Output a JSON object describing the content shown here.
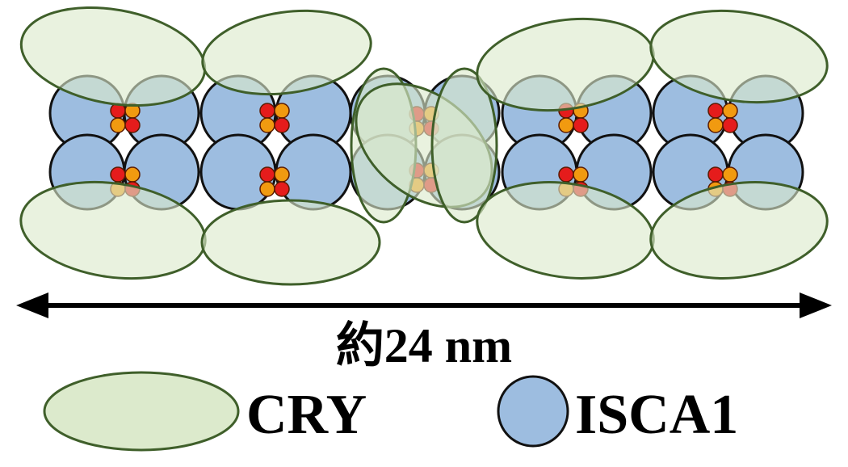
{
  "measure": {
    "label": "約24 nm"
  },
  "legend": [
    {
      "shape": "green-ellipse",
      "label": "CRY"
    },
    {
      "shape": "blue-circle",
      "label": "ISCA1"
    }
  ],
  "colors": {
    "cry_fill": "#dceacc",
    "cry_stroke": "#3f5f2a",
    "isca1_fill": "#9dbde0",
    "isca1_stroke": "#111111",
    "cluster_red": "#e51c1c",
    "cluster_orange": "#f19a10",
    "arrow": "#000000"
  },
  "structure": {
    "description_items": [
      "CRY",
      "ISCA1",
      "iron-sulfur cluster"
    ]
  }
}
